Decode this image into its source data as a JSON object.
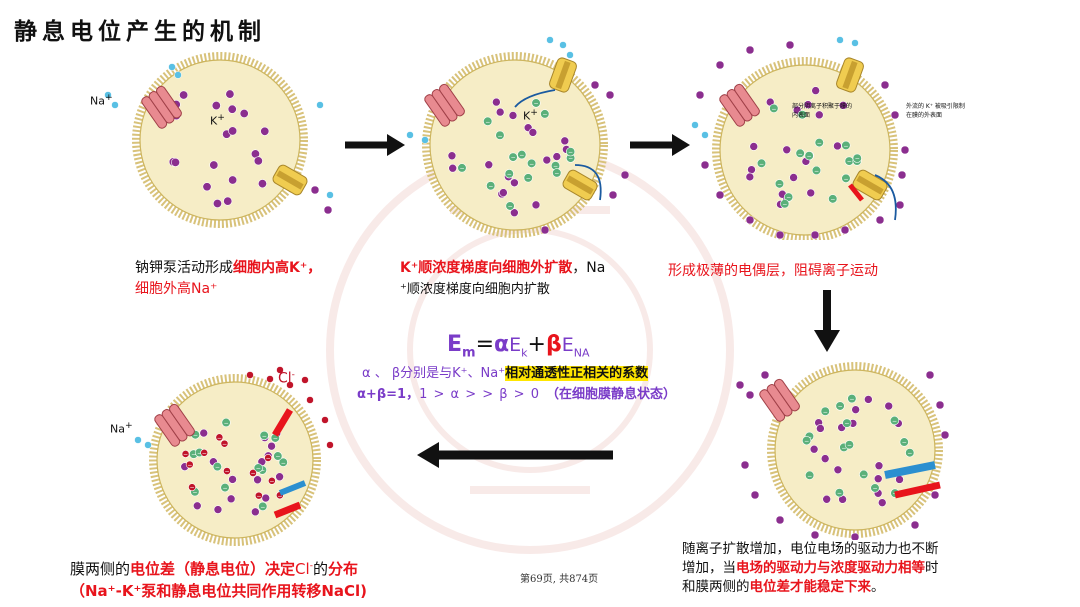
{
  "title": "静息电位产生的机制",
  "ion_labels": {
    "na_plus": "Na",
    "na_sup": "+",
    "k_plus": "K",
    "k_sup": "+",
    "cl_minus": "Cl",
    "cl_sup": "-"
  },
  "annotations": {
    "inner_note": "部分阴离子积聚于膜的内表面",
    "outer_note": "外流的 K⁺ 被吸引限制在膜的外表面"
  },
  "captions": {
    "step1_plain": "钠钾泵活动形成",
    "step1_red1": "细胞内高K⁺，",
    "step1_red2": "细胞外高Na⁺",
    "step2_red": "K⁺顺浓度梯度向细胞外扩散",
    "step2_plain1": "，Na",
    "step2_plain2": "⁺顺浓度梯度向细胞内扩散",
    "step3_red": "形成极薄的电偶层，阻碍离子运动",
    "step4_plain1": "随离子扩散增加，电位电场的驱动力也不断",
    "step4_plain2": "增加，当",
    "step4_red1": "电场的驱动力与浓度驱动力相等",
    "step4_plain3": "时",
    "step4_plain4": "和膜两侧的",
    "step4_red2": "电位差才能稳定下来",
    "step4_plain5": "。",
    "step5_plain1": "膜两侧的",
    "step5_red1": "电位差（静息电位）决定",
    "step5_cl": "Cl",
    "step5_cl_sup": "-",
    "step5_plain2": "的",
    "step5_red2": "分布",
    "step5_line2": "（Na⁺-K⁺泵和静息电位共同作用转移NaCl)"
  },
  "formula": {
    "em": "E",
    "em_sub": "m",
    "eq": "=",
    "alpha": "α",
    "ek": "E",
    "ek_sub": "k",
    "plus": "+",
    "beta": "β",
    "ena": "E",
    "ena_sub": "NA",
    "line2_a": "α 、 β分别是与K⁺、Na⁺",
    "line2_hl": "相对通透性正相关的系数",
    "line3_a": "α+β=1，",
    "line3_b": "1 > α  > > β  > 0",
    "line3_c": "（在细胞膜静息状态）"
  },
  "footer": "第69页, 共874页",
  "colors": {
    "membrane": "#e9d58a",
    "cytoplasm": "#f6edc6",
    "k_ion": "#8b2e8f",
    "na_ion": "#59c0e4",
    "anion": "#5ab07a",
    "arrow_red": "#e8141c",
    "pump_pink": "#e88a90",
    "channel_yellow": "#f0cc50"
  }
}
